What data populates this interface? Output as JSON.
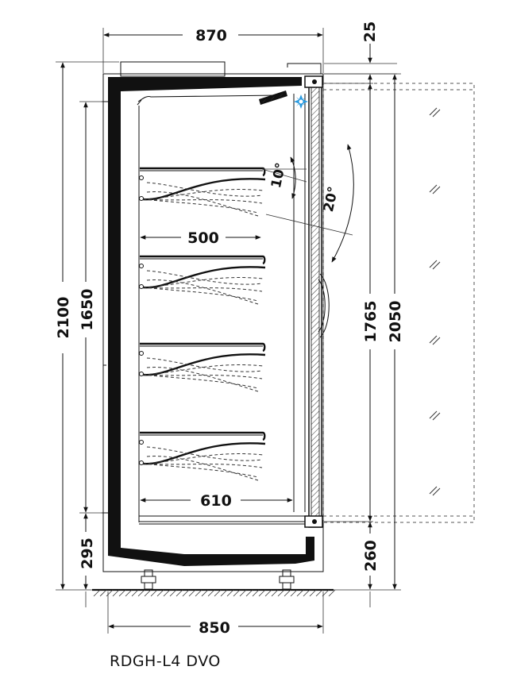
{
  "dimensions": {
    "top_width": "870",
    "canopy_height": "25",
    "overall_height": "2100",
    "interior_height": "1650",
    "door_height": "1765",
    "door_total_height": "2050",
    "base_height": "295",
    "door_bottom_offset": "260",
    "shelf_depth": "500",
    "bottom_depth": "610",
    "bottom_width": "850"
  },
  "angles": {
    "shelf_tilt": "10°",
    "door_tilt": "20°"
  },
  "model": "RDGH-L4 DVO",
  "colors": {
    "wall": "#111111",
    "fan": "#2b9be0",
    "lines": "#111111"
  }
}
